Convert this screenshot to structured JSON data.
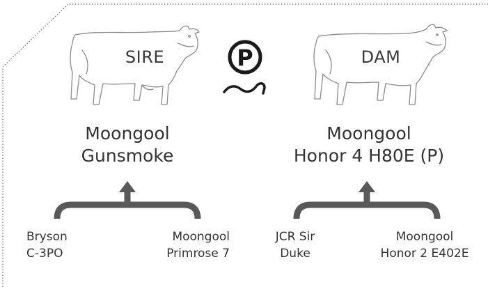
{
  "sire": {
    "label": "SIRE",
    "name_line1": "Moongool",
    "name_line2": "Gunsmoke",
    "parents": [
      {
        "line1": "Bryson",
        "line2": "C-3PO"
      },
      {
        "line1": "Moongool",
        "line2": "Primrose 7"
      }
    ]
  },
  "dam": {
    "label": "DAM",
    "name_line1": "Moongool",
    "name_line2": "Honor 4 H80E (P)",
    "parents": [
      {
        "line1": "JCR Sir",
        "line2": "Duke"
      },
      {
        "line1": "Moongool",
        "line2": "Honor 2 E402E"
      }
    ]
  },
  "poll_symbol": {
    "letter": "P",
    "icon": "polled-p-icon"
  },
  "colors": {
    "line": "#555555",
    "brace": "#595959",
    "text": "#333333"
  }
}
